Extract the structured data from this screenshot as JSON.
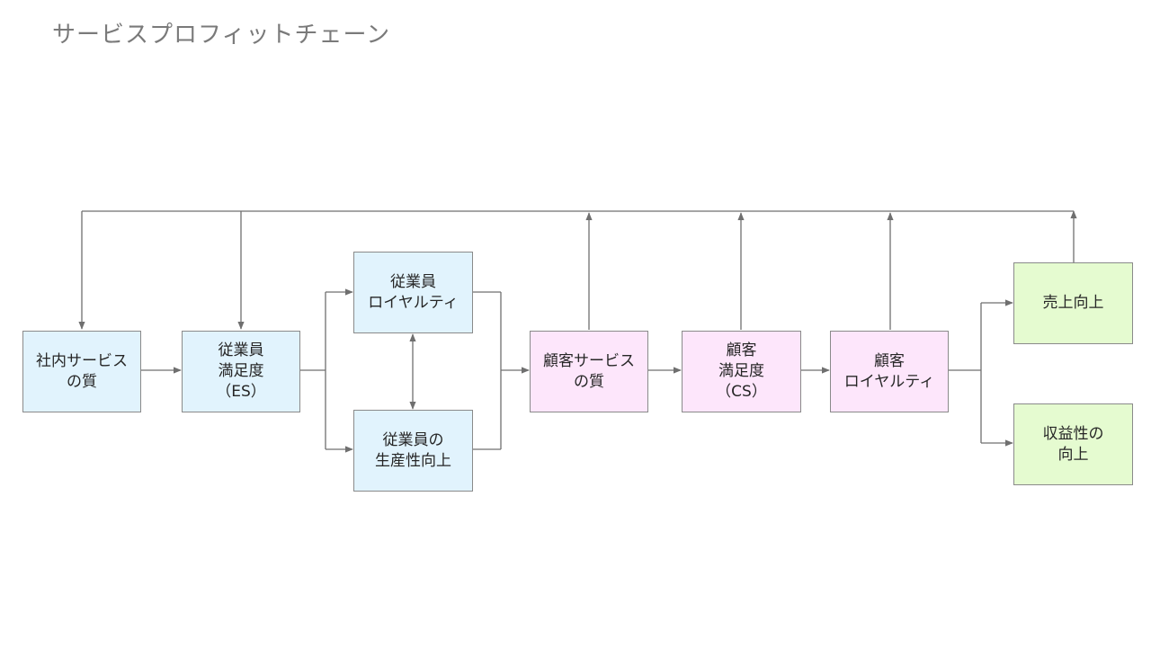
{
  "title": "サービスプロフィットチェーン",
  "colors": {
    "employee": "#e1f3fd",
    "customer": "#fde6fb",
    "outcome": "#e5fbd0",
    "border": "#8a8a8a",
    "line": "#6f6f6f"
  },
  "nodes": {
    "internal_service_quality": "社内サービス\nの質",
    "employee_satisfaction": "従業員\n満足度\n（ES）",
    "employee_loyalty": "従業員\nロイヤルティ",
    "employee_productivity": "従業員の\n生産性向上",
    "customer_service_quality": "顧客サービス\nの質",
    "customer_satisfaction": "顧客\n満足度\n（CS）",
    "customer_loyalty": "顧客\nロイヤルティ",
    "sales_increase": "売上向上",
    "profitability_increase": "収益性の\n向上"
  }
}
